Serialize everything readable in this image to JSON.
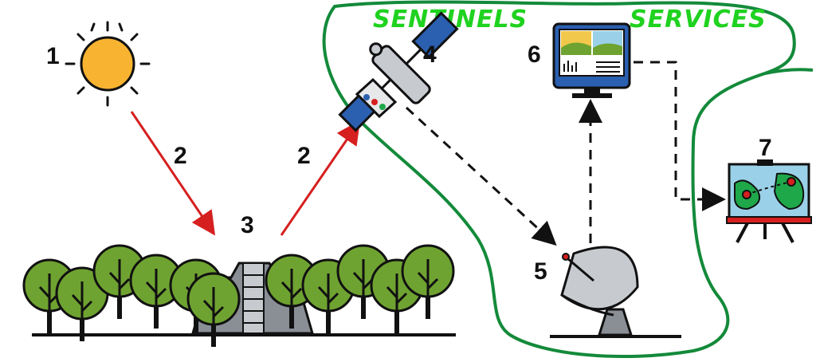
{
  "region_labels": {
    "sentinels": "SENTINELS",
    "services": "SERVICES"
  },
  "step_labels": {
    "sun": "1",
    "incoming_radiation": "2",
    "reflected_radiation": "2",
    "forest": "3",
    "satellite": "4",
    "ground_station": "5",
    "data_processing": "6",
    "map_presentation": "7"
  },
  "colors": {
    "outline": "#111111",
    "radiation_arrow": "#d61f1f",
    "boundary": "#138a3a",
    "handwriting": "#1fd21f",
    "sun": "#f8b431",
    "tree_leaf": "#6fa331",
    "tree_leaf_dark": "#5b8a27",
    "panel_blue": "#2b5fb0",
    "temple_gray": "#8a8f96"
  },
  "icons": {
    "sun": "sun-icon",
    "satellite": "satellite-icon",
    "monitor": "monitor-dashboard-icon",
    "dish": "satellite-dish-icon",
    "easel": "map-easel-icon",
    "forest": "forest-icon",
    "temple": "pyramid-temple-icon"
  }
}
